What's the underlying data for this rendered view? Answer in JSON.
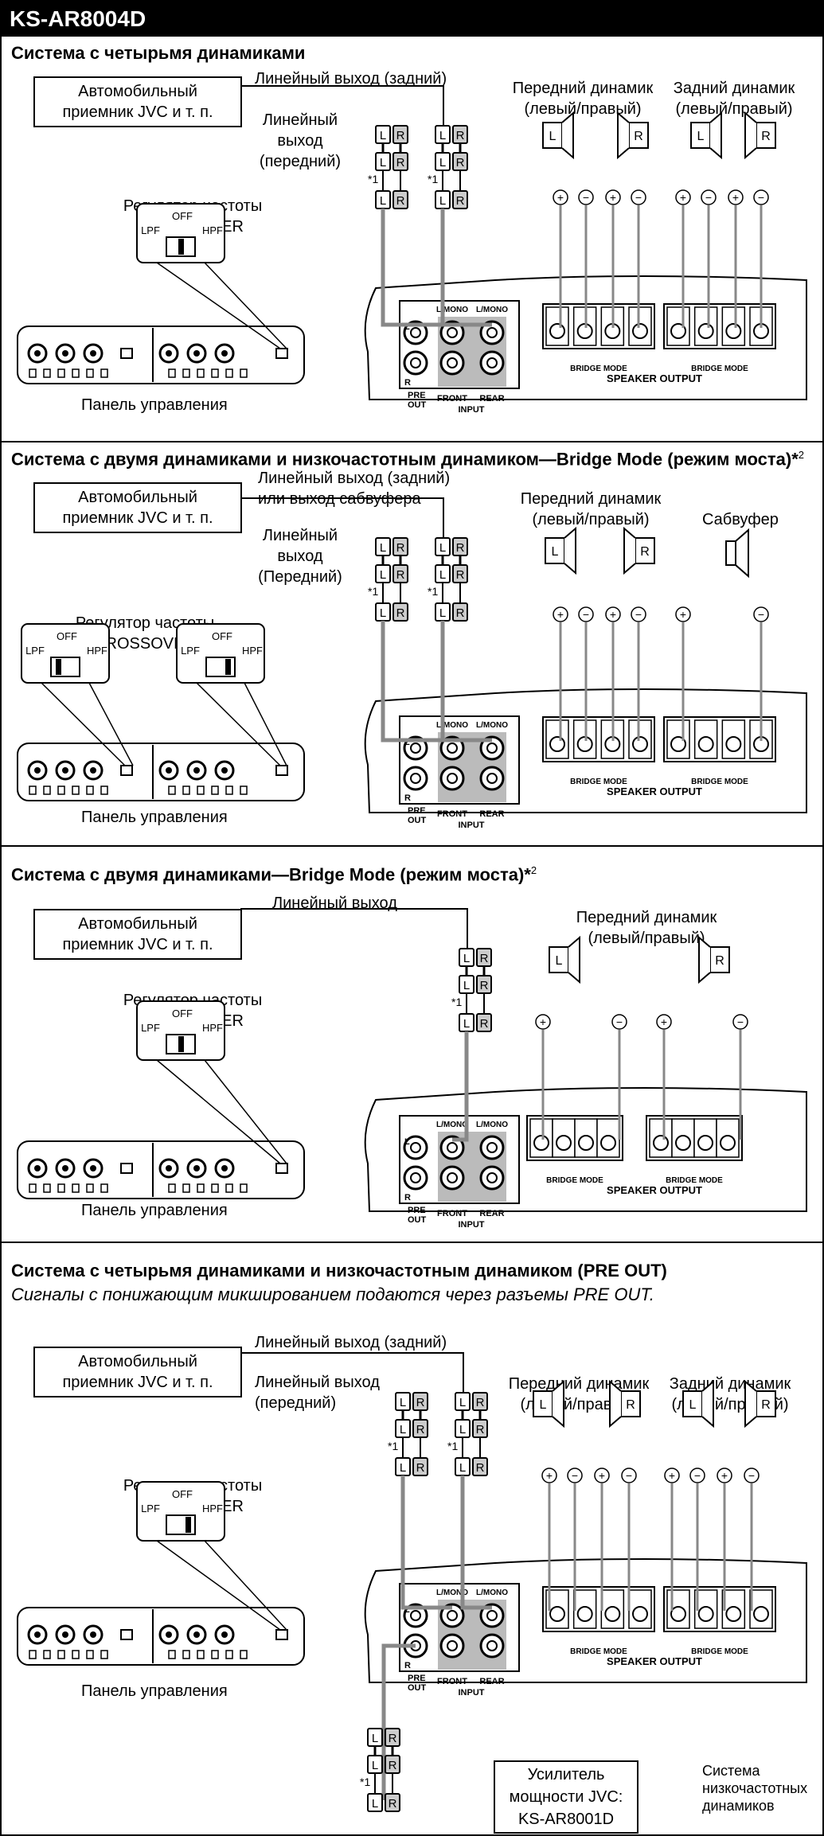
{
  "header": {
    "model": "KS-AR8004D"
  },
  "common": {
    "receiver": "Автомобильный\nприемник JVC и т. п.",
    "crossover": "Регулятор частоты\nCROSSOVER",
    "panel": "Панель управления",
    "lpf": "LPF",
    "off": "OFF",
    "hpf": "HPF",
    "star1": "*1",
    "L": "L",
    "R": "R",
    "lmono": "L/MONO",
    "front": "FRONT",
    "rear": "REAR",
    "input": "INPUT",
    "preout": "PRE\nOUT",
    "speaker_output": "SPEAKER OUTPUT",
    "bridge_mode": "BRIDGE MODE",
    "plus": "+",
    "minus": "−"
  },
  "s1": {
    "title": "Система с четырьмя динамиками",
    "line_rear": "Линейный выход (задний)",
    "line_front": "Линейный\nвыход\n(передний)",
    "front_spk": "Передний динамик\n(левый/правый)",
    "rear_spk": "Задний динамик\n(левый/правый)"
  },
  "s2": {
    "title": "Система с двумя динамиками и низкочастотным динамиком—Bridge Mode (режим моста)*",
    "title_sup": "2",
    "line_rear": "Линейный выход (задний)\nили выход сабвуфера",
    "line_front": "Линейный\nвыход\n(Передний)",
    "front_spk": "Передний динамик\n(левый/правый)",
    "sub": "Сабвуфер"
  },
  "s3": {
    "title": "Система с двумя динамиками—Bridge Mode (режим моста)*",
    "title_sup": "2",
    "line_out": "Линейный выход",
    "front_spk": "Передний динамик\n(левый/правый)"
  },
  "s4": {
    "title": "Система с четырьмя динамиками и низкочастотным динамиком (PRE OUT)",
    "subtitle": "Сигналы с понижающим микшированием подаются через разъемы PRE OUT.",
    "line_rear": "Линейный выход (задний)",
    "line_front": "Линейный выход\n(передний)",
    "front_spk": "Передний динамик\n(левый/правый)",
    "rear_spk": "Задний динамик\n(левый/правый)",
    "amp_box": "Усилитель\nмощности JVC:\nKS-AR8001D",
    "subsystem": "Система\nнизкочастотных\nдинамиков"
  }
}
